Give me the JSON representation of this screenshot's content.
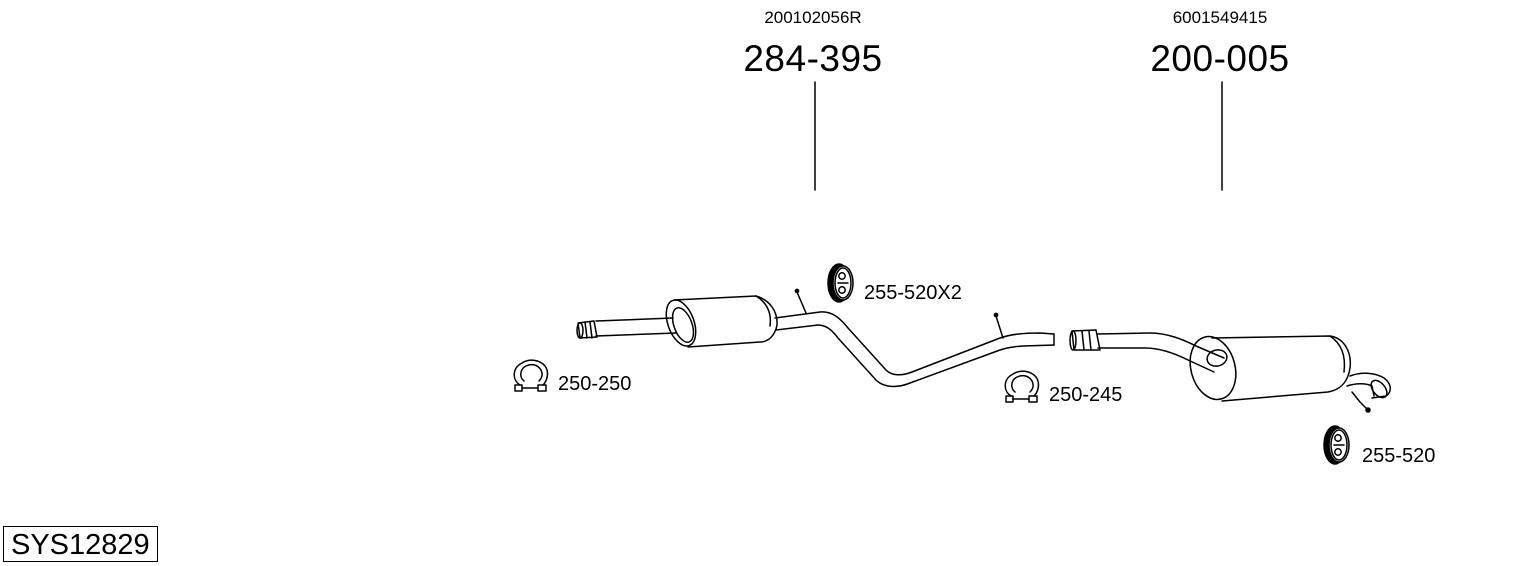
{
  "parts": [
    {
      "oe": "200102056R",
      "number": "284-395"
    },
    {
      "oe": "6001549415",
      "number": "200-005"
    }
  ],
  "accessories": [
    {
      "label": "255-520X2",
      "icon": "rubber-hanger-icon"
    },
    {
      "label": "250-250",
      "icon": "pipe-clamp-icon"
    },
    {
      "label": "250-245",
      "icon": "pipe-clamp-icon"
    },
    {
      "label": "255-520",
      "icon": "rubber-hanger-icon"
    }
  ],
  "system_code": "SYS12829",
  "colors": {
    "line": "#000000",
    "background": "#ffffff"
  }
}
